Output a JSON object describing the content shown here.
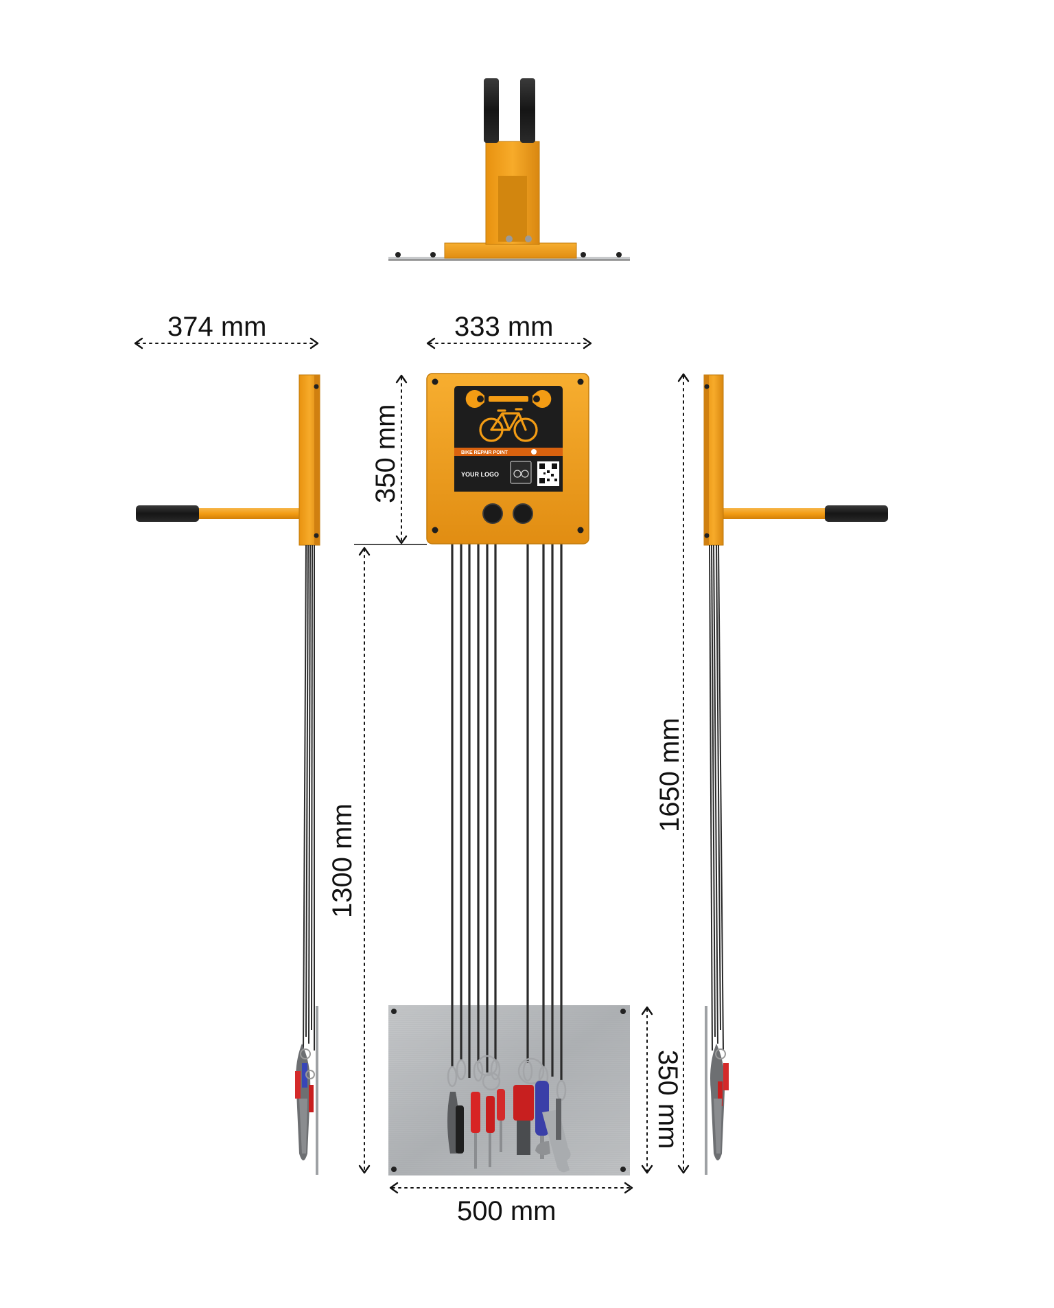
{
  "dimensions": {
    "side_view_width": "374 mm",
    "box_width": "333 mm",
    "box_height": "350 mm",
    "cable_length": "1300 mm",
    "total_height": "1650 mm",
    "plate_height": "350 mm",
    "plate_width": "500 mm"
  },
  "panel": {
    "title": "BIKE REPAIR POINT",
    "logo_text": "YOUR LOGO"
  },
  "colors": {
    "accent": "#f4a11f",
    "accent_dark": "#c97d0c",
    "panel_black": "#1d1d1d",
    "plate": "#b9bcbe",
    "cable": "#2b2b2b"
  }
}
